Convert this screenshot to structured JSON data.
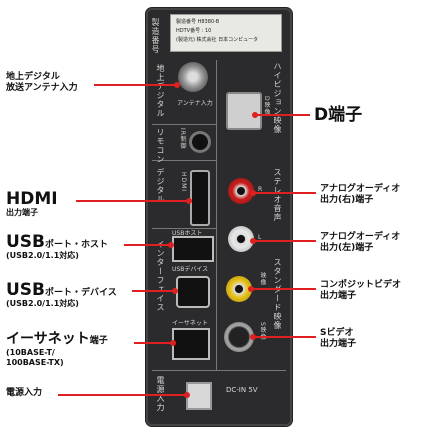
{
  "panel": {
    "side_label": "製造番号",
    "plate_lines": [
      "製造番号 H8380-B",
      "HDTV番号 : 10",
      "(製造元) 株式会社 日本コンピュータ"
    ],
    "section_labels": {
      "terrestrial": "地上デジタル",
      "antenna": "アンテナ入力",
      "remote": "リモコン",
      "ir": "IR制御",
      "digital": "デジタル",
      "hdmi": "HDMI",
      "interface": "インターフェイス",
      "hivision": "ハイビジョン映像",
      "d_video": "D映像",
      "stereo": "ステレオ音声",
      "l": "L",
      "r": "R",
      "standard": "スタンダード映像",
      "video": "映像",
      "s_video": "S映像",
      "usb_host": "USBホスト",
      "usb_device": "USBデバイス",
      "ethernet": "イーサネット",
      "power_in": "電源入力",
      "dc_in": "DC-IN 5V"
    }
  },
  "callouts": {
    "antenna_line1": "地上デジタル",
    "antenna_line2": "放送アンテナ入力",
    "d_terminal": "D端子",
    "hdmi_main": "HDMI",
    "hdmi_sub": "出力端子",
    "usb_host_main": "USB",
    "usb_host_suffix": "ポート・ホスト",
    "usb_host_sub": "(USB2.0/1.1対応)",
    "usb_dev_main": "USB",
    "usb_dev_suffix": "ポート・デバイス",
    "usb_dev_sub": "(USB2.0/1.1対応)",
    "eth_main": "イーサネット",
    "eth_suffix": "端子",
    "eth_sub1": "(10BASE-T/",
    "eth_sub2": "100BASE-TX)",
    "power": "電源入力",
    "audio_r_line1": "アナログオーディオ",
    "audio_r_line2": "出力(右)端子",
    "audio_l_line1": "アナログオーディオ",
    "audio_l_line2": "出力(左)端子",
    "composite_line1": "コンポジットビデオ",
    "composite_line2": "出力端子",
    "svideo_line1": "Sビデオ",
    "svideo_line2": "出力端子"
  },
  "colors": {
    "accent": "#e02020",
    "panel": "#2b2b2d",
    "rca_red": "#c81e1e",
    "rca_white": "#e8e8e8",
    "rca_yellow": "#e8c21a"
  }
}
